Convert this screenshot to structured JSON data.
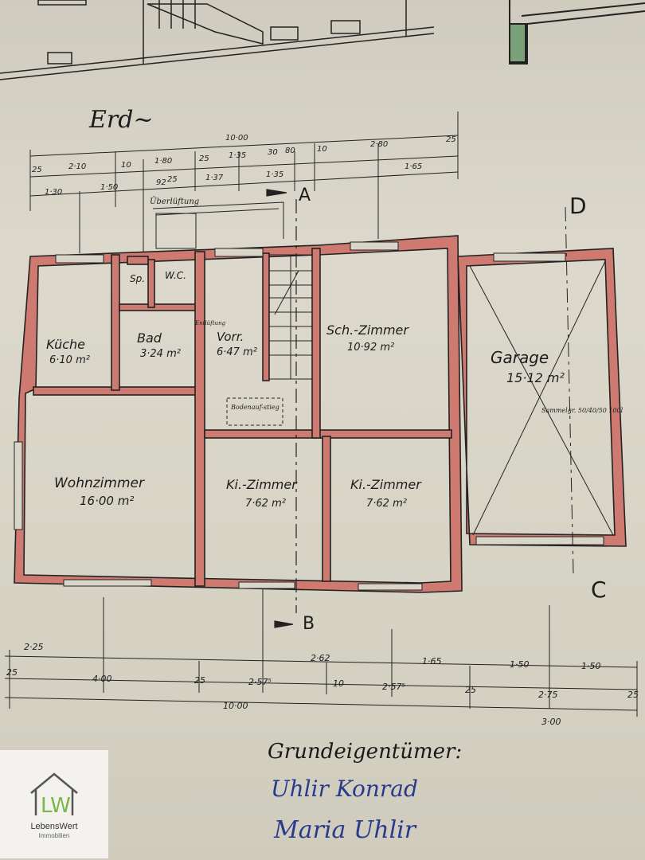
{
  "floor_label": "Erd~",
  "section_marks": {
    "a": "A",
    "b": "B",
    "c": "C",
    "d": "D"
  },
  "rooms": [
    {
      "name": "Küche",
      "area": "6·10 m²"
    },
    {
      "name": "Sp.",
      "area": ""
    },
    {
      "name": "W.C.",
      "area": ""
    },
    {
      "name": "Bad",
      "area": "3·24 m²"
    },
    {
      "name": "Vorr.",
      "area": "6·47 m²"
    },
    {
      "name": "Sch.-Zimmer",
      "area": "10·92 m²"
    },
    {
      "name": "Garage",
      "area": "15·12 m²"
    },
    {
      "name": "Wohnzimmer",
      "area": "16·00 m²"
    },
    {
      "name": "Ki.-Zimmer",
      "area": "7·62 m²"
    },
    {
      "name": "Ki.-Zimmer",
      "area": "7·62 m²"
    }
  ],
  "annotations": {
    "ventilation": "Überlüftung",
    "vent_exit": "Entlüftung",
    "attic_hatch": "Bodenauf-stieg",
    "cesspit": "Sammelgr. 50/40/50 100l"
  },
  "dimensions_top": {
    "row1": [
      "10·00"
    ],
    "row2": [
      "25",
      "2·10",
      "10",
      "1·80",
      "25",
      "1·35",
      "30",
      "80",
      "10",
      "2·80",
      "25"
    ],
    "row3": [
      "25",
      "1·37",
      "1·35",
      "1·65"
    ],
    "row4": [
      "1·30",
      "1·50",
      "92"
    ]
  },
  "dimensions_bottom": {
    "row1": [
      "2·25",
      "2·62",
      "1·65",
      "1·50",
      "1·50"
    ],
    "row2": [
      "25",
      "4·00",
      "25",
      "2·57⁵",
      "10",
      "2·57⁵",
      "25",
      "2·75",
      "25"
    ],
    "row3": [
      "10·00",
      "3·00"
    ]
  },
  "owners": {
    "heading": "Grundeigentümer:",
    "name1": "Uhlir Konrad",
    "name2": "Maria Uhlir"
  },
  "logo": {
    "brand": "LebensWert",
    "sub": "Immobilien",
    "mark": "LW"
  }
}
